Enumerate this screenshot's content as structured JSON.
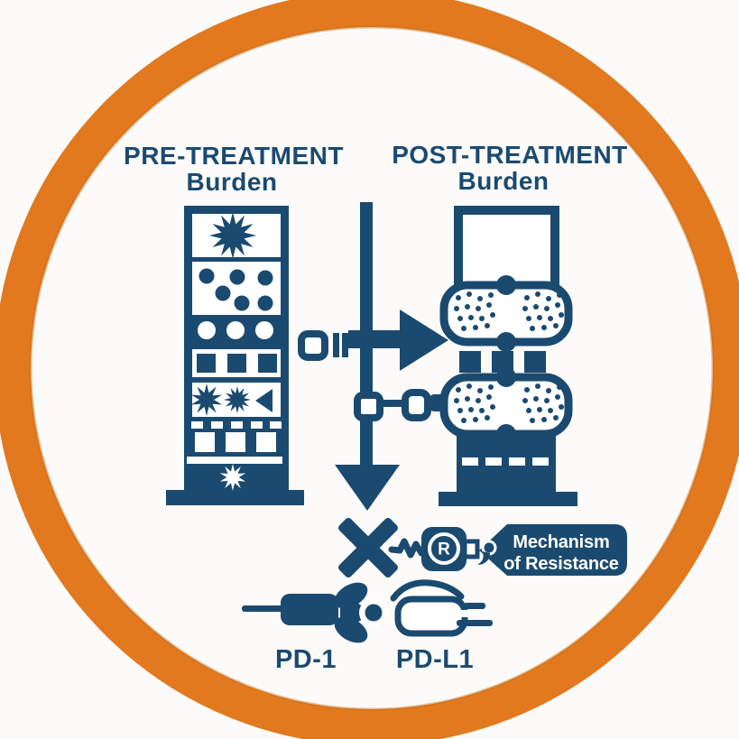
{
  "titles": {
    "pre_line1": "PRE-TREATMENT",
    "pre_line2": "Burden",
    "post_line1": "POST-TREATMENT",
    "post_line2": "Burden"
  },
  "tag": {
    "line1": "Mechanism",
    "line2": "of Resistance"
  },
  "badge": {
    "mark": "R"
  },
  "labels": {
    "pd1": "PD-1",
    "pdl1": "PD-L1"
  },
  "colors": {
    "navy": "#1b4a70",
    "orange": "#e2791e",
    "orange_dark": "#c4690f",
    "background": "#fcfbf9"
  },
  "icons": {
    "orange-ring-icon": "large orange circular border",
    "pretreatment-tumor-column-icon": "stacked tumor-burden column with starbursts, dots, squares",
    "posttreatment-tumor-column-icon": "column with stippled treated lesions and dashes",
    "treatment-arrow-icon": "thick right arrow from pre to post column",
    "timeline-down-arrow-icon": "long vertical arrow pointing down",
    "drug-connector-icon": "rounded square with two bars left of arrow",
    "link-nodes-icon": "square chain links from timeline to lesion",
    "blocked-cross-icon": "large X cross",
    "key-shaft-icon": "jagged key shaft between X and badge",
    "registered-mark-badge-icon": "rounded square badge with circled R",
    "tag-comma-icon": "comma mark at tag tip",
    "mechanism-tag-icon": "pointed label tag",
    "pd1-receptor-icon": "capsule, bowtie and circle receptor glyph",
    "pdl1-ligand-icon": "outlined claw ligand glyph with stub lines"
  }
}
